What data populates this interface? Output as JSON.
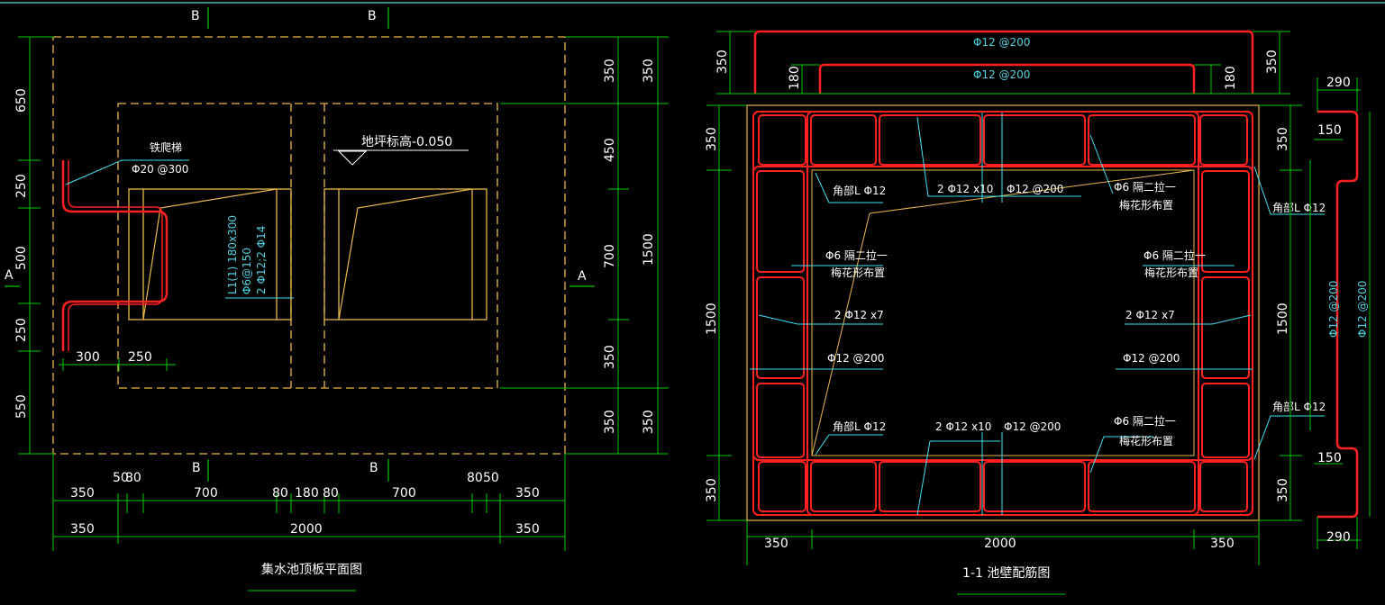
{
  "colors": {
    "background": "#000000",
    "dimension_line": "#00c800",
    "outline_dashed": "#e8b84a",
    "rebar": "#ff2020",
    "leader": "#40e0f0",
    "annotation_text": "#ffffff",
    "top_border": "#3a8a8a"
  },
  "plan": {
    "title": "集水池顶板平面图",
    "section_marks": {
      "a_left": "A",
      "a_right": "A",
      "b": "B"
    },
    "ladder_label": "铁爬梯",
    "ladder_bar": "Φ20 @300",
    "floor_elevation": "地坪标高-0.050",
    "beam_label_1": "L1(1) 180x300",
    "beam_label_2": "Φ6@150",
    "beam_label_3": "2 Φ12;2 Φ14",
    "left_dims": [
      "650",
      "250",
      "500",
      "250",
      "550"
    ],
    "right_dims_inner": [
      "350",
      "450",
      "700",
      "350",
      "350"
    ],
    "right_dims_outer": [
      "350",
      "1500",
      "350"
    ],
    "bottom_dims_1": [
      "350",
      "50",
      "80",
      "700",
      "80",
      "180",
      "80",
      "700",
      "80",
      "50",
      "350"
    ],
    "bottom_dims_2": [
      "350",
      "2000",
      "350"
    ],
    "ladder_dims": [
      "300",
      "250"
    ]
  },
  "section": {
    "title": "1-1  池壁配筋图",
    "top_bar_outer": "Φ12 @200",
    "top_bar_inner": "Φ12 @200",
    "top_dims": [
      "350",
      "180",
      "180",
      "350"
    ],
    "left_dims": [
      "350",
      "1500",
      "350"
    ],
    "right_dims": [
      "350",
      "1500",
      "350"
    ],
    "bottom_dims": [
      "350",
      "2000",
      "350"
    ],
    "corner_bar": "角部L Φ12",
    "corner_bar_right_top": "角部L Φ12",
    "corner_bar_right_bottom": "角部L Φ12",
    "corner_bar_left_bottom": "角部L Φ12",
    "bars_top_1": "2 Φ12 x10",
    "bars_top_2": "Φ12 @200",
    "tie_top_right_1": "Φ6 隔二拉一",
    "tie_top_right_2": "梅花形布置",
    "tie_left_1": "Φ6 隔二拉一",
    "tie_left_2": "梅花形布置",
    "tie_right_1": "Φ6 隔二拉一",
    "tie_right_2": "梅花形布置",
    "bars_side_left": "2 Φ12 x7",
    "bars_side_right": "2 Φ12 x7",
    "bars_mid_left": "Φ12 @200",
    "bars_mid_right": "Φ12 @200",
    "bars_bottom_1": "2 Φ12 x10",
    "bars_bottom_2": "Φ12 @200",
    "tie_bottom_1": "Φ6 隔二拉一",
    "tie_bottom_2": "梅花形布置",
    "side_detail_dims": [
      "290",
      "150",
      "150",
      "290"
    ],
    "side_detail_bars": [
      "Φ12 @200",
      "Φ12 @200"
    ]
  }
}
